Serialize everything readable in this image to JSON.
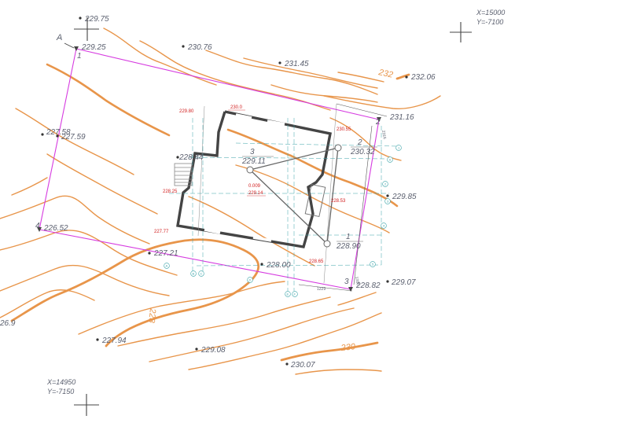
{
  "colors": {
    "contour": "#e8954a",
    "boundary": "#d63be0",
    "elevation_text": "#5a5f6e",
    "red_text": "#d21e1e",
    "grid_axis": "#3aa3a8",
    "building_wall": "#444444",
    "background": "#ffffff"
  },
  "corner_markers": {
    "top_right": [
      "X=15000",
      "Y=-7100"
    ],
    "bottom_left": [
      "X=14950",
      "Y=-7150"
    ]
  },
  "section_label": "A",
  "elevation_points": [
    "229.75",
    "229.25",
    "230.76",
    "231.45",
    "232.06",
    "231.16",
    "227.58",
    "227.59",
    "226.52",
    "227.21",
    "228.00",
    "229.85",
    "229.07",
    "228.82",
    "227.94",
    "229.08",
    "230.07",
    "26.9",
    "228.44"
  ],
  "vertex_labels": [
    "1",
    "2",
    "3",
    "4"
  ],
  "contour_labels": [
    "232",
    "228",
    "230"
  ],
  "station_points": [
    {
      "num": "3",
      "elev": "229.11"
    },
    {
      "num": "2",
      "elev": "230.32"
    },
    {
      "num": "1",
      "elev": "228.90"
    }
  ],
  "red_marks": [
    "230.0",
    "229.80",
    "230.55",
    "228.25",
    "227.77",
    "228.53",
    "228.65",
    "0.009",
    "229.14"
  ],
  "dimension_labels": [
    "1229",
    "2316",
    "1316"
  ],
  "grid_bubbles": [
    "A",
    "B",
    "C",
    "D",
    "E",
    "F",
    "1",
    "2",
    "3",
    "4",
    "5",
    "6"
  ]
}
